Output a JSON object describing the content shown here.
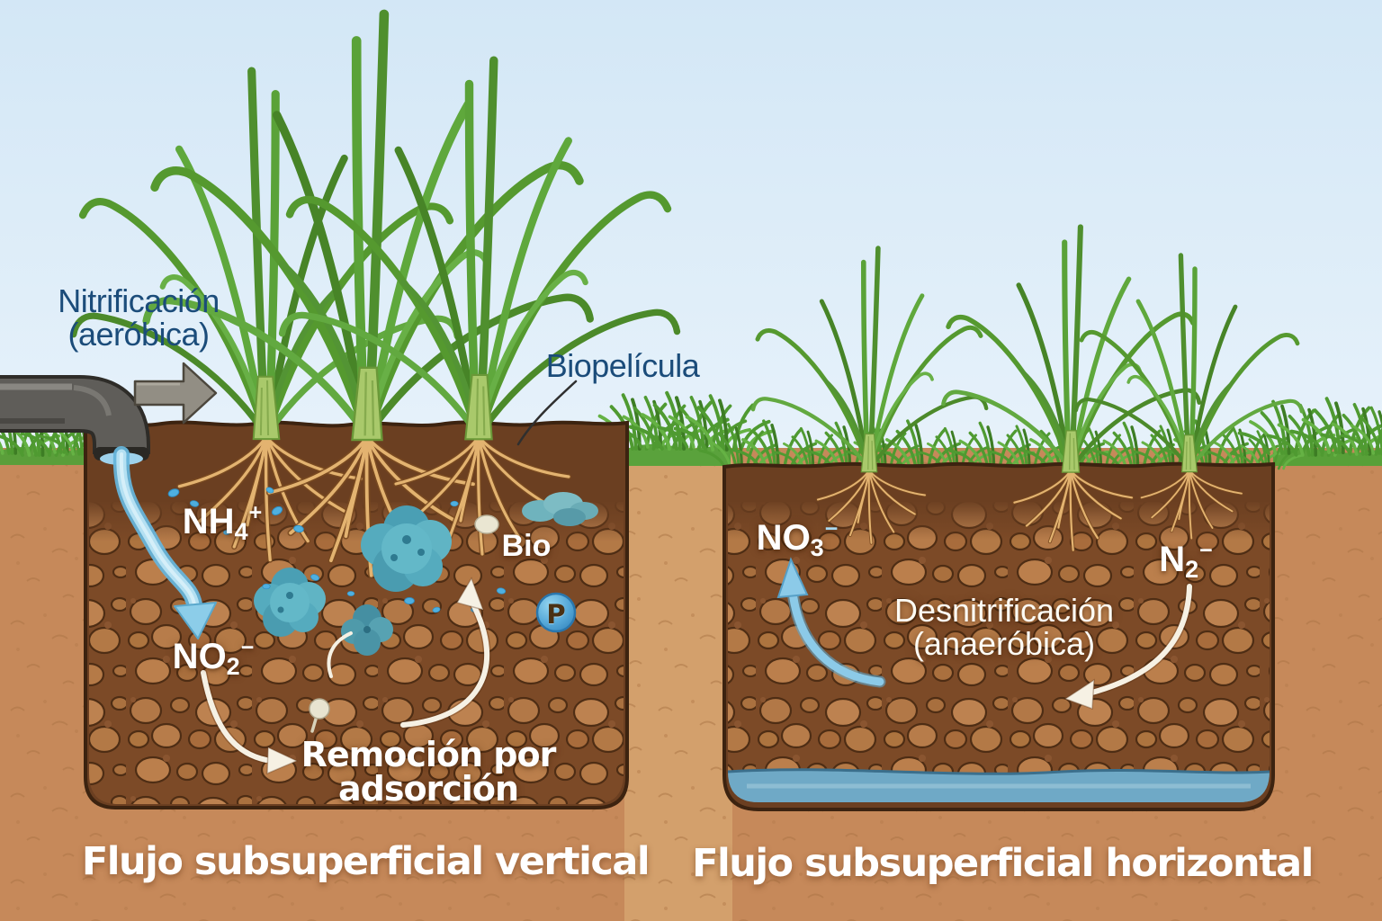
{
  "left_panel": {
    "process_label": {
      "line1": "Nitrificación",
      "line2": "(aeróbica)"
    },
    "biofilm_callout": "Biopelícula",
    "chem_nh4": {
      "base": "NH",
      "sub": "4",
      "sup": "+"
    },
    "chem_no2": {
      "base": "NO",
      "sub": "2",
      "sup": "−"
    },
    "bio_label": "Bio",
    "phosphorus_badge": "P",
    "adsorption_label": {
      "line1": "Remoción por",
      "line2": "adsorción"
    },
    "title": "Flujo subsuperficial vertical"
  },
  "right_panel": {
    "process_label": {
      "line1": "Desnitrificación",
      "line2": "(anaeróbica)"
    },
    "chem_no3": {
      "base": "NO",
      "sub": "3",
      "sup": "−"
    },
    "chem_n2": {
      "base": "N",
      "sub": "2",
      "sup": "−"
    },
    "title": "Flujo subsuperficial horizontal"
  },
  "colors": {
    "label_blue": "#1b4c7a",
    "soil_outer": "#c6895a",
    "basin_soil": "#6b3f21",
    "gravel": "#b27847",
    "water_layer": "#6fa9c6",
    "flow_arrow_blue": "#8ccae8",
    "biofilm_teal": "#55abbe",
    "plant_green": "#55992f",
    "pipe_gray": "#5f5d59"
  }
}
